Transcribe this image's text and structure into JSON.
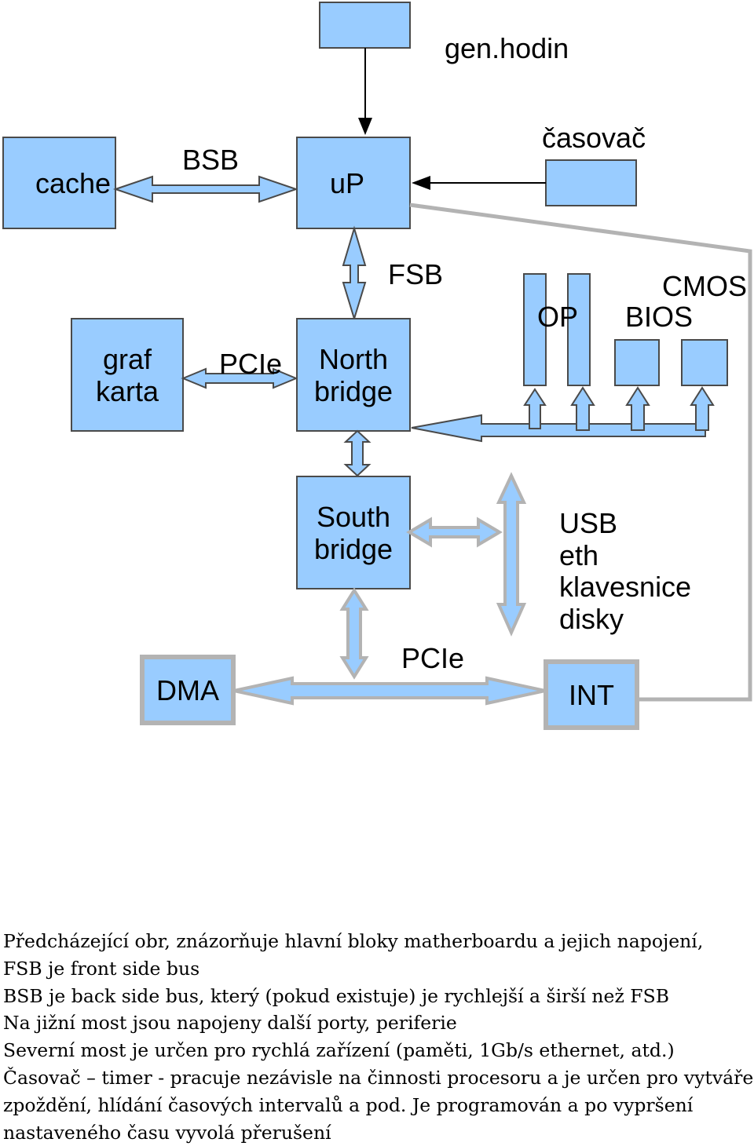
{
  "diagram": {
    "labels": {
      "gen_hodin": "gen.hodin",
      "casovac": "časovač",
      "bsb": "BSB",
      "cache": "cache",
      "up": "uP",
      "fsb": "FSB",
      "cmos": "CMOS",
      "op": "OP",
      "bios": "BIOS",
      "graf": "graf",
      "karta": "karta",
      "pcie_top": "PCIe",
      "north": "North",
      "north_bridge": "bridge",
      "south": "South",
      "south_bridge": "bridge",
      "usb": "USB",
      "eth": "eth",
      "klavesnice": "klavesnice",
      "disky": "disky",
      "dma": "DMA",
      "pcie_bottom": "PCIe",
      "int": "INT"
    },
    "colors": {
      "fill": "#99ccff",
      "border": "#4a4a4a",
      "gray": "#b3b3b3"
    }
  },
  "caption": {
    "lines": [
      "Předcházející obr, znázorňuje hlavní bloky matherboardu a jejich napojení,",
      "FSB je front side bus",
      "BSB je back side bus, který (pokud existuje) je rychlejší a širší než FSB",
      "Na jižní most jsou napojeny další porty, periferie",
      "Severní most je určen pro rychlá zařízení (paměti, 1Gb/s ethernet, atd.)",
      "Časovač – timer - pracuje nezávisle na činnosti procesoru a je určen pro vytváření",
      "zpoždění, hlídání časových intervalů a pod. Je programován a po vypršení",
      "nastaveného času vyvolá přerušení"
    ]
  }
}
